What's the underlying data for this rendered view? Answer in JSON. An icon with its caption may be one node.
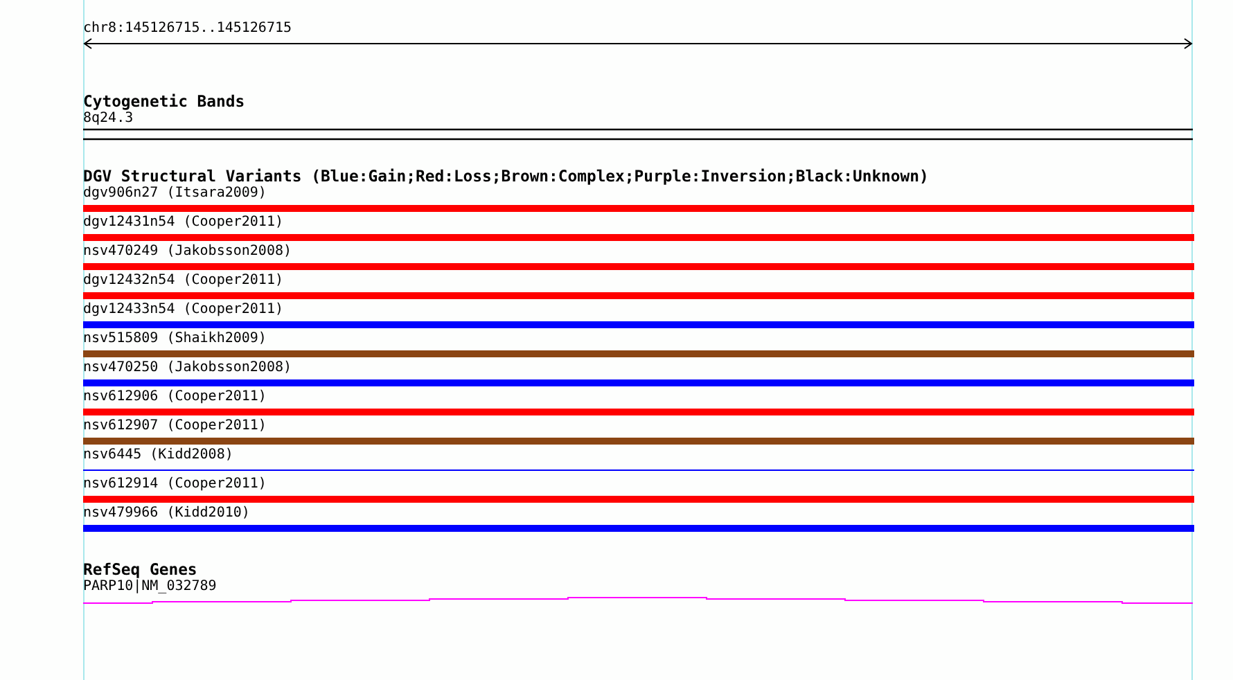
{
  "diagram": {
    "labels": [
      "chr8:145126715..145126715",
      "Cytogenetic Bands",
      "8q24.3",
      "DGV Structural Variants (Blue:Gain;Red:Loss;Brown:Complex;Purple:Inversion;Black:Unknown)",
      "dgv906n27 (Itsara2009)",
      "dgv12431n54 (Cooper2011)",
      "nsv470249 (Jakobsson2008)",
      "dgv12432n54 (Cooper2011)",
      "dgv12433n54 (Cooper2011)",
      "nsv515809 (Shaikh2009)",
      "nsv470250 (Jakobsson2008)",
      "nsv612906 (Cooper2011)",
      "nsv612907 (Cooper2011)",
      "nsv6445 (Kidd2008)",
      "nsv612914 (Cooper2011)",
      "nsv479966 (Kidd2010)",
      "RefSeq Genes",
      "PARP10|NM_032789"
    ]
  }
}
